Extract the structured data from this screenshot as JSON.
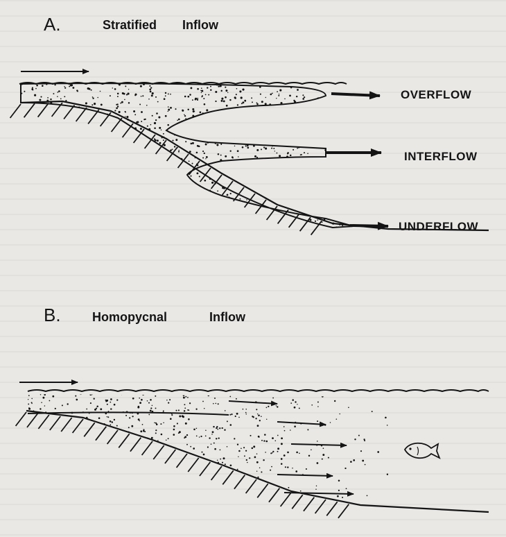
{
  "panel_a": {
    "letter": "A.",
    "title_word_1": "Stratified",
    "title_word_2": "Inflow",
    "flow_labels": {
      "overflow": "OVERFLOW",
      "interflow": "INTERFLOW",
      "underflow": "UNDERFLOW"
    }
  },
  "panel_b": {
    "letter": "B.",
    "title_word_1": "Homopycnal",
    "title_word_2": "Inflow"
  },
  "colors": {
    "ink": "#141414",
    "paper": "#e9e8e5"
  }
}
